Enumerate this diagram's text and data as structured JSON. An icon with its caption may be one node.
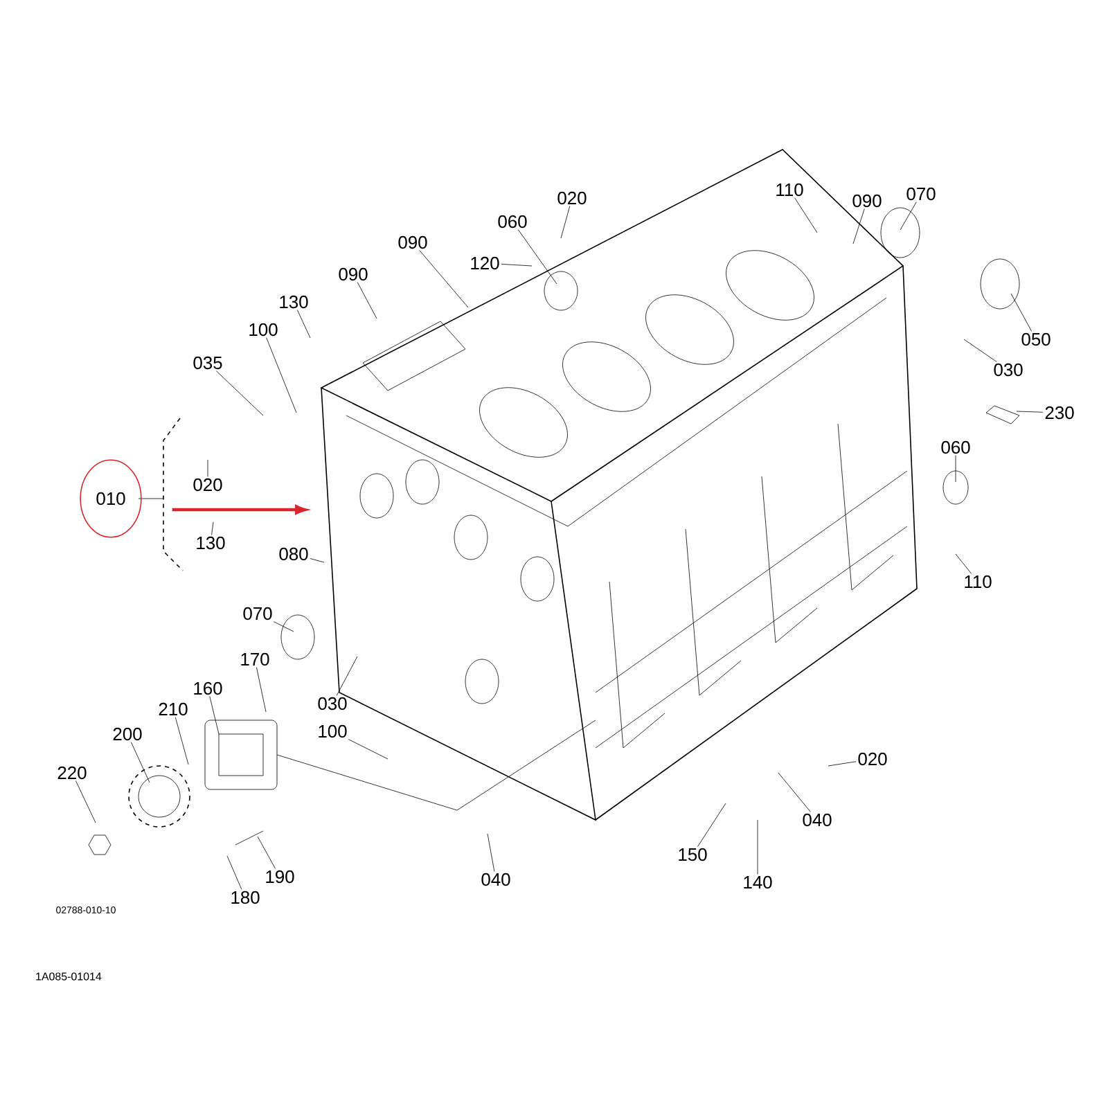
{
  "diagram": {
    "nodes": [
      {
        "text": [
          "020"
        ]
      },
      {
        "text": [
          "060"
        ]
      },
      {
        "text": [
          "120"
        ]
      },
      {
        "text": [
          "090"
        ]
      },
      {
        "text": [
          "090"
        ]
      },
      {
        "text": [
          "130"
        ]
      },
      {
        "text": [
          "100"
        ]
      },
      {
        "text": [
          "035"
        ]
      },
      {
        "text": [
          "010"
        ]
      },
      {
        "text": [
          "020"
        ]
      },
      {
        "text": [
          "130"
        ]
      },
      {
        "text": [
          "080"
        ]
      },
      {
        "text": [
          "070"
        ]
      },
      {
        "text": [
          "030"
        ]
      },
      {
        "text": [
          "100"
        ]
      },
      {
        "text": [
          "210"
        ]
      },
      {
        "text": [
          "160"
        ]
      },
      {
        "text": [
          "170"
        ]
      },
      {
        "text": [
          "200"
        ]
      },
      {
        "text": [
          "220"
        ]
      },
      {
        "text": [
          "190"
        ]
      },
      {
        "text": [
          "180"
        ]
      },
      {
        "text": [
          "040"
        ]
      },
      {
        "text": [
          "150"
        ]
      },
      {
        "text": [
          "140"
        ]
      },
      {
        "text": [
          "040"
        ]
      },
      {
        "text": [
          "020"
        ]
      },
      {
        "text": [
          "110"
        ]
      },
      {
        "text": [
          "060"
        ]
      },
      {
        "text": [
          "230"
        ]
      },
      {
        "text": [
          "030"
        ]
      },
      {
        "text": [
          "050"
        ]
      },
      {
        "text": [
          "070"
        ]
      },
      {
        "text": [
          "090"
        ]
      },
      {
        "text": [
          "110"
        ]
      }
    ],
    "edges": [
      {
        "from": 0,
        "to": null,
        "arrow": "none"
      },
      {
        "from": 1,
        "to": null,
        "arrow": "none"
      },
      {
        "from": 2,
        "to": null,
        "arrow": "none"
      },
      {
        "from": 3,
        "to": null,
        "arrow": "none"
      },
      {
        "from": 4,
        "to": null,
        "arrow": "none"
      },
      {
        "from": 5,
        "to": null,
        "arrow": "none"
      },
      {
        "from": 6,
        "to": null,
        "arrow": "none"
      },
      {
        "from": 7,
        "to": null,
        "arrow": "none"
      },
      {
        "from": 8,
        "to": null,
        "arrow": "to",
        "style": "thick",
        "color": "#d9262c"
      },
      {
        "from": 9,
        "to": null,
        "arrow": "none"
      },
      {
        "from": 10,
        "to": null,
        "arrow": "none"
      },
      {
        "from": 11,
        "to": null,
        "arrow": "none"
      },
      {
        "from": 12,
        "to": null,
        "arrow": "none"
      },
      {
        "from": 13,
        "to": null,
        "arrow": "none"
      },
      {
        "from": 14,
        "to": null,
        "arrow": "none"
      },
      {
        "from": 15,
        "to": null,
        "arrow": "none"
      },
      {
        "from": 16,
        "to": null,
        "arrow": "none"
      },
      {
        "from": 17,
        "to": null,
        "arrow": "none"
      },
      {
        "from": 18,
        "to": null,
        "arrow": "none"
      },
      {
        "from": 19,
        "to": null,
        "arrow": "none"
      },
      {
        "from": 20,
        "to": null,
        "arrow": "none"
      },
      {
        "from": 21,
        "to": null,
        "arrow": "none"
      },
      {
        "from": 22,
        "to": null,
        "arrow": "none"
      },
      {
        "from": 23,
        "to": null,
        "arrow": "none"
      },
      {
        "from": 24,
        "to": null,
        "arrow": "none"
      },
      {
        "from": 25,
        "to": null,
        "arrow": "none"
      },
      {
        "from": 26,
        "to": null,
        "arrow": "none"
      },
      {
        "from": 27,
        "to": null,
        "arrow": "none"
      },
      {
        "from": 28,
        "to": null,
        "arrow": "none"
      },
      {
        "from": 29,
        "to": null,
        "arrow": "none"
      },
      {
        "from": 30,
        "to": null,
        "arrow": "none"
      },
      {
        "from": 31,
        "to": null,
        "arrow": "none"
      },
      {
        "from": 32,
        "to": null,
        "arrow": "none"
      },
      {
        "from": 33,
        "to": null,
        "arrow": "none"
      },
      {
        "from": 34,
        "to": null,
        "arrow": "none"
      }
    ],
    "labels": [
      "02788-010-10",
      "1A085-01014"
    ]
  }
}
